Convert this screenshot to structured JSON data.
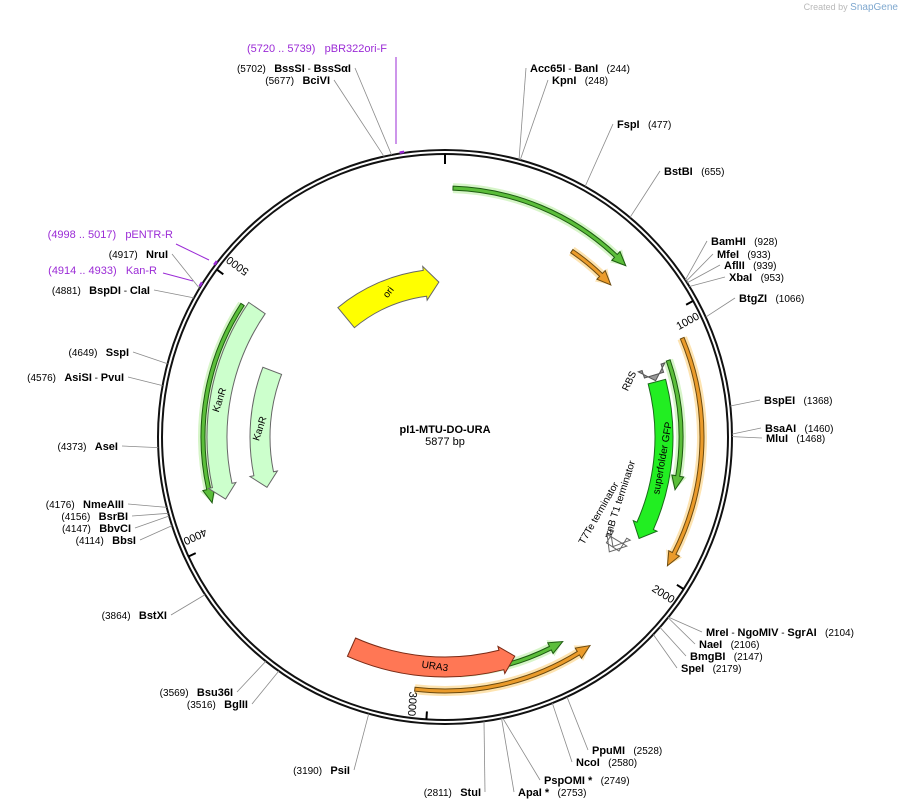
{
  "credit": {
    "created_by": "Created by",
    "brand": "SnapGene"
  },
  "plasmid": {
    "name": "pI1-MTU-DO-URA",
    "length_label": "5877 bp",
    "length": 5877
  },
  "ticks": [
    {
      "label": "1000",
      "bp": 1000
    },
    {
      "label": "2000",
      "bp": 2000
    },
    {
      "label": "3000",
      "bp": 3000
    },
    {
      "label": "4000",
      "bp": 4000
    },
    {
      "label": "5000",
      "bp": 5000
    }
  ],
  "enzymes": [
    {
      "bp": 244,
      "parts": [
        [
          "Acc65I",
          "e"
        ],
        [
          " - ",
          "t"
        ],
        [
          "BanI",
          "e"
        ],
        [
          "   (244)",
          "p"
        ]
      ]
    },
    {
      "bp": 248,
      "parts": [
        [
          "KpnI",
          "e"
        ],
        [
          "   (248)",
          "p"
        ]
      ]
    },
    {
      "bp": 477,
      "parts": [
        [
          "FspI",
          "e"
        ],
        [
          "   (477)",
          "p"
        ]
      ]
    },
    {
      "bp": 655,
      "parts": [
        [
          "BstBI",
          "e"
        ],
        [
          "   (655)",
          "p"
        ]
      ]
    },
    {
      "bp": 928,
      "parts": [
        [
          "BamHI",
          "e"
        ],
        [
          "   (928)",
          "p"
        ]
      ]
    },
    {
      "bp": 933,
      "parts": [
        [
          "MfeI",
          "e"
        ],
        [
          "   (933)",
          "p"
        ]
      ]
    },
    {
      "bp": 939,
      "parts": [
        [
          "AflII",
          "e"
        ],
        [
          "   (939)",
          "p"
        ]
      ]
    },
    {
      "bp": 953,
      "parts": [
        [
          "XbaI",
          "e"
        ],
        [
          "   (953)",
          "p"
        ]
      ]
    },
    {
      "bp": 1066,
      "parts": [
        [
          "BtgZI",
          "e"
        ],
        [
          "   (1066)",
          "p"
        ]
      ]
    },
    {
      "bp": 1368,
      "parts": [
        [
          "BspEI",
          "e"
        ],
        [
          "   (1368)",
          "p"
        ]
      ]
    },
    {
      "bp": 1460,
      "parts": [
        [
          "BsaAI",
          "e"
        ],
        [
          "   (1460)",
          "p"
        ]
      ]
    },
    {
      "bp": 1468,
      "parts": [
        [
          "MluI",
          "e"
        ],
        [
          "   (1468)",
          "p"
        ]
      ]
    },
    {
      "bp": 2104,
      "parts": [
        [
          "MreI",
          "e"
        ],
        [
          " - ",
          "t"
        ],
        [
          "NgoMIV",
          "e"
        ],
        [
          " - ",
          "t"
        ],
        [
          "SgrAI",
          "e"
        ],
        [
          "   (2104)",
          "p"
        ]
      ]
    },
    {
      "bp": 2106,
      "parts": [
        [
          "NaeI",
          "e"
        ],
        [
          "   (2106)",
          "p"
        ]
      ]
    },
    {
      "bp": 2147,
      "parts": [
        [
          "BmgBI",
          "e"
        ],
        [
          "   (2147)",
          "p"
        ]
      ]
    },
    {
      "bp": 2179,
      "parts": [
        [
          "SpeI",
          "e"
        ],
        [
          "   (2179)",
          "p"
        ]
      ]
    },
    {
      "bp": 2528,
      "parts": [
        [
          "PpuMI",
          "e"
        ],
        [
          "   (2528)",
          "p"
        ]
      ]
    },
    {
      "bp": 2580,
      "parts": [
        [
          "NcoI",
          "e"
        ],
        [
          "   (2580)",
          "p"
        ]
      ]
    },
    {
      "bp": 2749,
      "parts": [
        [
          "PspOMI *",
          "e"
        ],
        [
          "   (2749)",
          "p"
        ]
      ]
    },
    {
      "bp": 2753,
      "parts": [
        [
          "ApaI *",
          "e"
        ],
        [
          "   (2753)",
          "p"
        ]
      ]
    },
    {
      "bp": 2811,
      "parts": [
        [
          "(2811)   ",
          "p"
        ],
        [
          "StuI",
          "e"
        ]
      ]
    },
    {
      "bp": 3190,
      "parts": [
        [
          "(3190)   ",
          "p"
        ],
        [
          "PsiI",
          "e"
        ]
      ]
    },
    {
      "bp": 3516,
      "parts": [
        [
          "(3516)   ",
          "p"
        ],
        [
          "BglII",
          "e"
        ]
      ]
    },
    {
      "bp": 3569,
      "parts": [
        [
          "(3569)   ",
          "p"
        ],
        [
          "Bsu36I",
          "e"
        ]
      ]
    },
    {
      "bp": 3864,
      "parts": [
        [
          "(3864)   ",
          "p"
        ],
        [
          "BstXI",
          "e"
        ]
      ]
    },
    {
      "bp": 4114,
      "parts": [
        [
          "(4114)   ",
          "p"
        ],
        [
          "BbsI",
          "e"
        ]
      ]
    },
    {
      "bp": 4147,
      "parts": [
        [
          "(4147)   ",
          "p"
        ],
        [
          "BbvCI",
          "e"
        ]
      ]
    },
    {
      "bp": 4156,
      "parts": [
        [
          "(4156)   ",
          "p"
        ],
        [
          "BsrBI",
          "e"
        ]
      ]
    },
    {
      "bp": 4176,
      "parts": [
        [
          "(4176)   ",
          "p"
        ],
        [
          "NmeAIII",
          "e"
        ]
      ]
    },
    {
      "bp": 4373,
      "parts": [
        [
          "(4373)   ",
          "p"
        ],
        [
          "AseI",
          "e"
        ]
      ]
    },
    {
      "bp": 4576,
      "parts": [
        [
          "(4576)   ",
          "p"
        ],
        [
          "AsiSI",
          "e"
        ],
        [
          " - ",
          "t"
        ],
        [
          "PvuI",
          "e"
        ]
      ]
    },
    {
      "bp": 4649,
      "parts": [
        [
          "(4649)   ",
          "p"
        ],
        [
          "SspI",
          "e"
        ]
      ]
    },
    {
      "bp": 4881,
      "parts": [
        [
          "(4881)   ",
          "p"
        ],
        [
          "BspDI",
          "e"
        ],
        [
          " - ",
          "t"
        ],
        [
          "ClaI",
          "e"
        ]
      ]
    },
    {
      "bp": 4917,
      "parts": [
        [
          "(4917)   ",
          "p"
        ],
        [
          "NruI",
          "e"
        ]
      ]
    },
    {
      "bp": 5677,
      "parts": [
        [
          "(5677)   ",
          "p"
        ],
        [
          "BciVI",
          "e"
        ]
      ]
    },
    {
      "bp": 5702,
      "parts": [
        [
          "(5702)   ",
          "p"
        ],
        [
          "BssSI",
          "e"
        ],
        [
          " - ",
          "t"
        ],
        [
          "BssSαI",
          "e"
        ]
      ]
    }
  ],
  "primers": [
    {
      "text": "(5720 .. 5739)   pBR322ori-F",
      "bp": 5729
    },
    {
      "text": "(4998 .. 5017)   pENTR-R",
      "bp": 5007
    },
    {
      "text": "(4914 .. 4933)   Kan-R",
      "bp": 4923
    }
  ],
  "features": [
    {
      "name": "ori",
      "label": "ori",
      "color": "#ffff00"
    },
    {
      "name": "kanr-1",
      "label": "KanR",
      "color": "#ccffcc"
    },
    {
      "name": "kanr-2",
      "label": "KanR",
      "color": "#ccffcc"
    },
    {
      "name": "rbs",
      "label": "RBS",
      "color": "#999999"
    },
    {
      "name": "superfolder-gfp",
      "label": "superfolder GFP",
      "color": "#22ee22"
    },
    {
      "name": "rrnb-t1-terminator",
      "label": "rrnB T1 terminator",
      "color": "#ffffff"
    },
    {
      "name": "t7te-terminator",
      "label": "T7Te terminator",
      "color": "#ffffff"
    },
    {
      "name": "ura3",
      "label": "URA3",
      "color": "#ff7755"
    }
  ],
  "colors": {
    "orf_fill": "#eb9b2a",
    "orf_green": "#5bbe3a",
    "primer": "#9b2bd6",
    "backbone": "#111111"
  }
}
